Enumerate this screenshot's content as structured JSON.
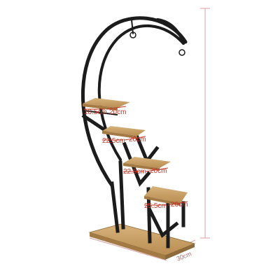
{
  "product": {
    "description": "Black metal crescent-moon plant stand with wooden step shelves",
    "frame_color": "#1a1a1a",
    "wood_color": "#c9a46a",
    "dimension_color": "#c0392b"
  },
  "dimensions": {
    "shelf1_width": "18.5cm",
    "shelf1_depth": "20cm",
    "shelf2_width": "22.5cm",
    "shelf2_depth": "20cm",
    "shelf3_width": "22.5cm",
    "shelf3_depth": "20cm",
    "shelf4_width": "25.5cm",
    "shelf4_depth": "20cm",
    "base_depth": "30cm"
  }
}
